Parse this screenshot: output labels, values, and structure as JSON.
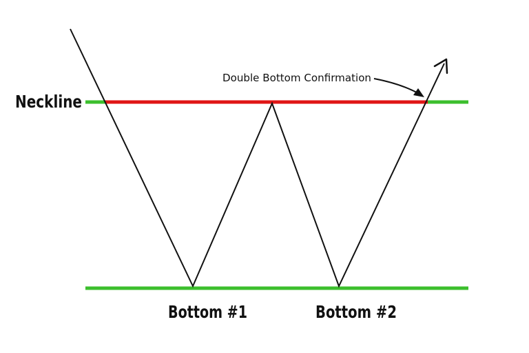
{
  "diagram": {
    "labels": {
      "neckline": "Neckline",
      "confirmation": "Double Bottom Confirmation",
      "bottom1": "Bottom #1",
      "bottom2": "Bottom #2"
    },
    "colors": {
      "support_line": "#3cbf2d",
      "neckline_segment": "#e01515",
      "price_path": "#111111",
      "arrow": "#111111",
      "text": "#111111",
      "background": "#ffffff"
    }
  }
}
